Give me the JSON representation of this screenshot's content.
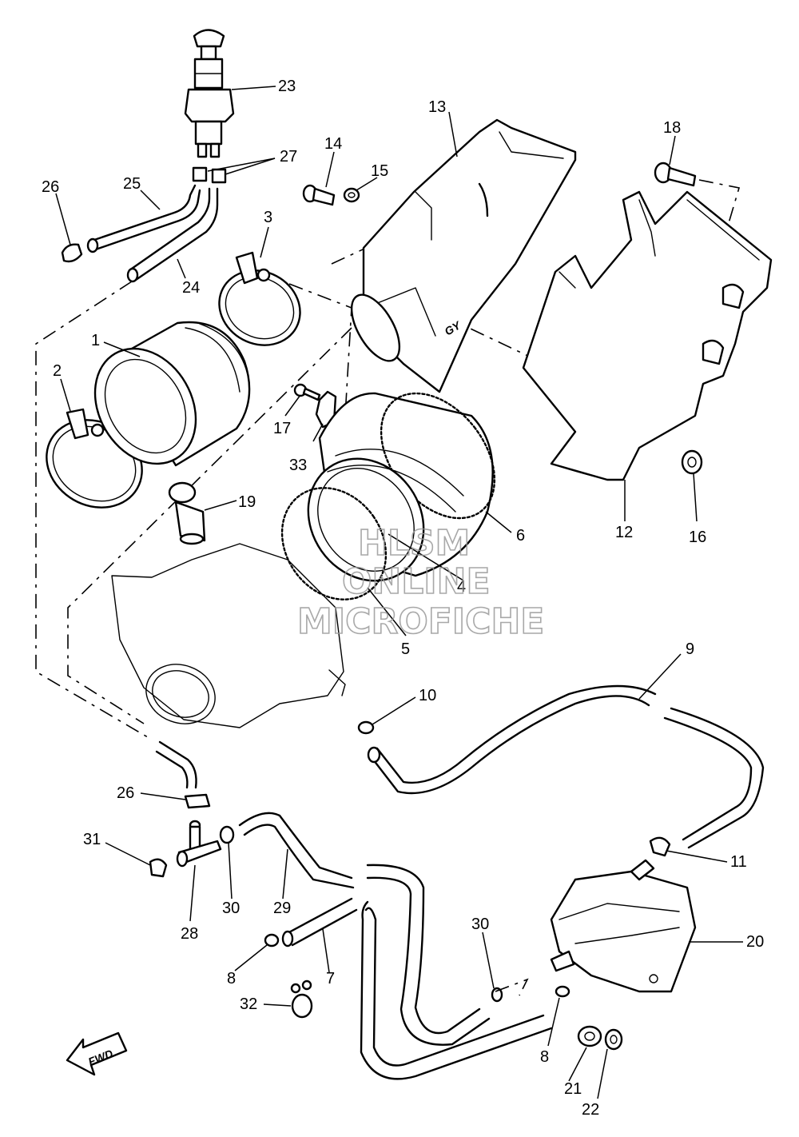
{
  "watermark": {
    "line1": "HLSM",
    "line2": "ONLINE",
    "line3": "MICROFICHE"
  },
  "fwd_label": "FWD",
  "callouts": [
    {
      "id": "c1",
      "label": "1"
    },
    {
      "id": "c2",
      "label": "2"
    },
    {
      "id": "c3",
      "label": "3"
    },
    {
      "id": "c4",
      "label": "4"
    },
    {
      "id": "c5",
      "label": "5"
    },
    {
      "id": "c6",
      "label": "6"
    },
    {
      "id": "c7",
      "label": "7"
    },
    {
      "id": "c8a",
      "label": "8"
    },
    {
      "id": "c8b",
      "label": "8"
    },
    {
      "id": "c9",
      "label": "9"
    },
    {
      "id": "c10",
      "label": "10"
    },
    {
      "id": "c11",
      "label": "11"
    },
    {
      "id": "c12",
      "label": "12"
    },
    {
      "id": "c13",
      "label": "13"
    },
    {
      "id": "c14",
      "label": "14"
    },
    {
      "id": "c15",
      "label": "15"
    },
    {
      "id": "c16",
      "label": "16"
    },
    {
      "id": "c17",
      "label": "17"
    },
    {
      "id": "c18",
      "label": "18"
    },
    {
      "id": "c19",
      "label": "19"
    },
    {
      "id": "c20",
      "label": "20"
    },
    {
      "id": "c21",
      "label": "21"
    },
    {
      "id": "c22",
      "label": "22"
    },
    {
      "id": "c23",
      "label": "23"
    },
    {
      "id": "c24",
      "label": "24"
    },
    {
      "id": "c25",
      "label": "25"
    },
    {
      "id": "c26a",
      "label": "26"
    },
    {
      "id": "c26b",
      "label": "26"
    },
    {
      "id": "c27",
      "label": "27"
    },
    {
      "id": "c28",
      "label": "28"
    },
    {
      "id": "c29",
      "label": "29"
    },
    {
      "id": "c30a",
      "label": "30"
    },
    {
      "id": "c30b",
      "label": "30"
    },
    {
      "id": "c31",
      "label": "31"
    },
    {
      "id": "c32",
      "label": "32"
    },
    {
      "id": "c33",
      "label": "33"
    }
  ]
}
